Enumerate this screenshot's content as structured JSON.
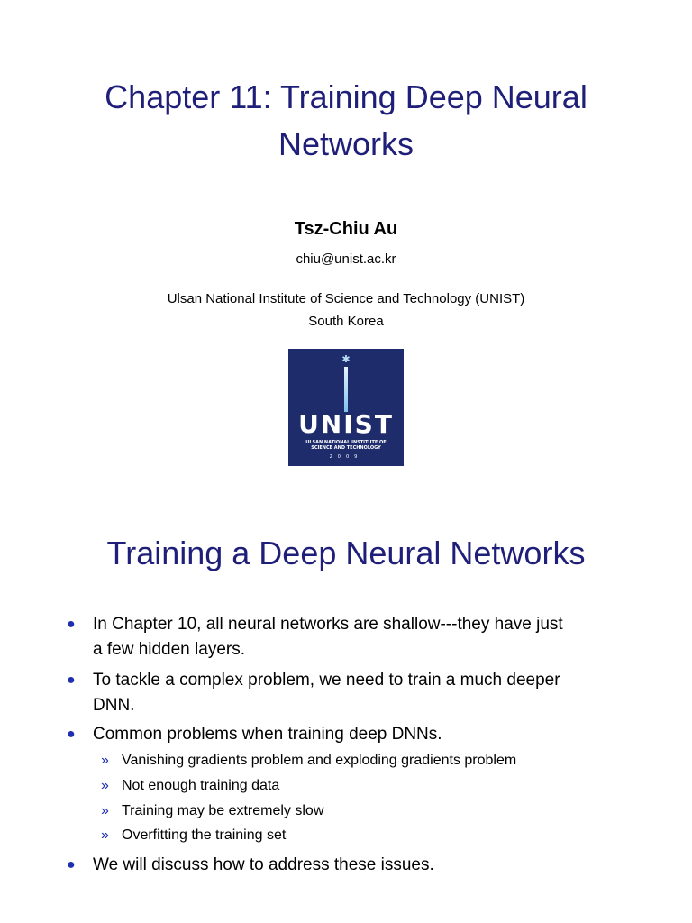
{
  "slide1": {
    "title_line1": "Chapter 11: Training Deep Neural",
    "title_line2": "Networks",
    "author": "Tsz-Chiu Au",
    "email": "chiu@unist.ac.kr",
    "institution_line1": "Ulsan National Institute of Science and Technology (UNIST)",
    "institution_line2": "South Korea",
    "logo": {
      "star": "✱",
      "wordmark": "UNIST",
      "sub_line1": "ULSAN NATIONAL INSTITUTE OF",
      "sub_line2": "SCIENCE AND TECHNOLOGY",
      "year": "2009",
      "colors": {
        "background": "#1f2c6c",
        "accent": "#7cc4ee"
      }
    }
  },
  "slide2": {
    "title": "Training a Deep Neural Networks",
    "bullets": [
      {
        "line1": "In Chapter 10, all neural networks are shallow---they have just",
        "line2": "a few hidden layers."
      },
      {
        "line1": "To tackle a complex problem, we need to train a much deeper",
        "line2": "DNN."
      },
      {
        "line1": "Common problems when training deep DNNs."
      },
      {
        "line1": "We will discuss how to address these issues."
      }
    ],
    "subbullets": [
      "Vanishing gradients problem and exploding gradients problem",
      "Not enough training data",
      "Training may be extremely slow",
      "Overfitting the training set"
    ],
    "bullet_glyph": "●",
    "subbullet_glyph": "»"
  },
  "colors": {
    "title": "#1f1f7a",
    "bullet": "#1f2fb0"
  }
}
